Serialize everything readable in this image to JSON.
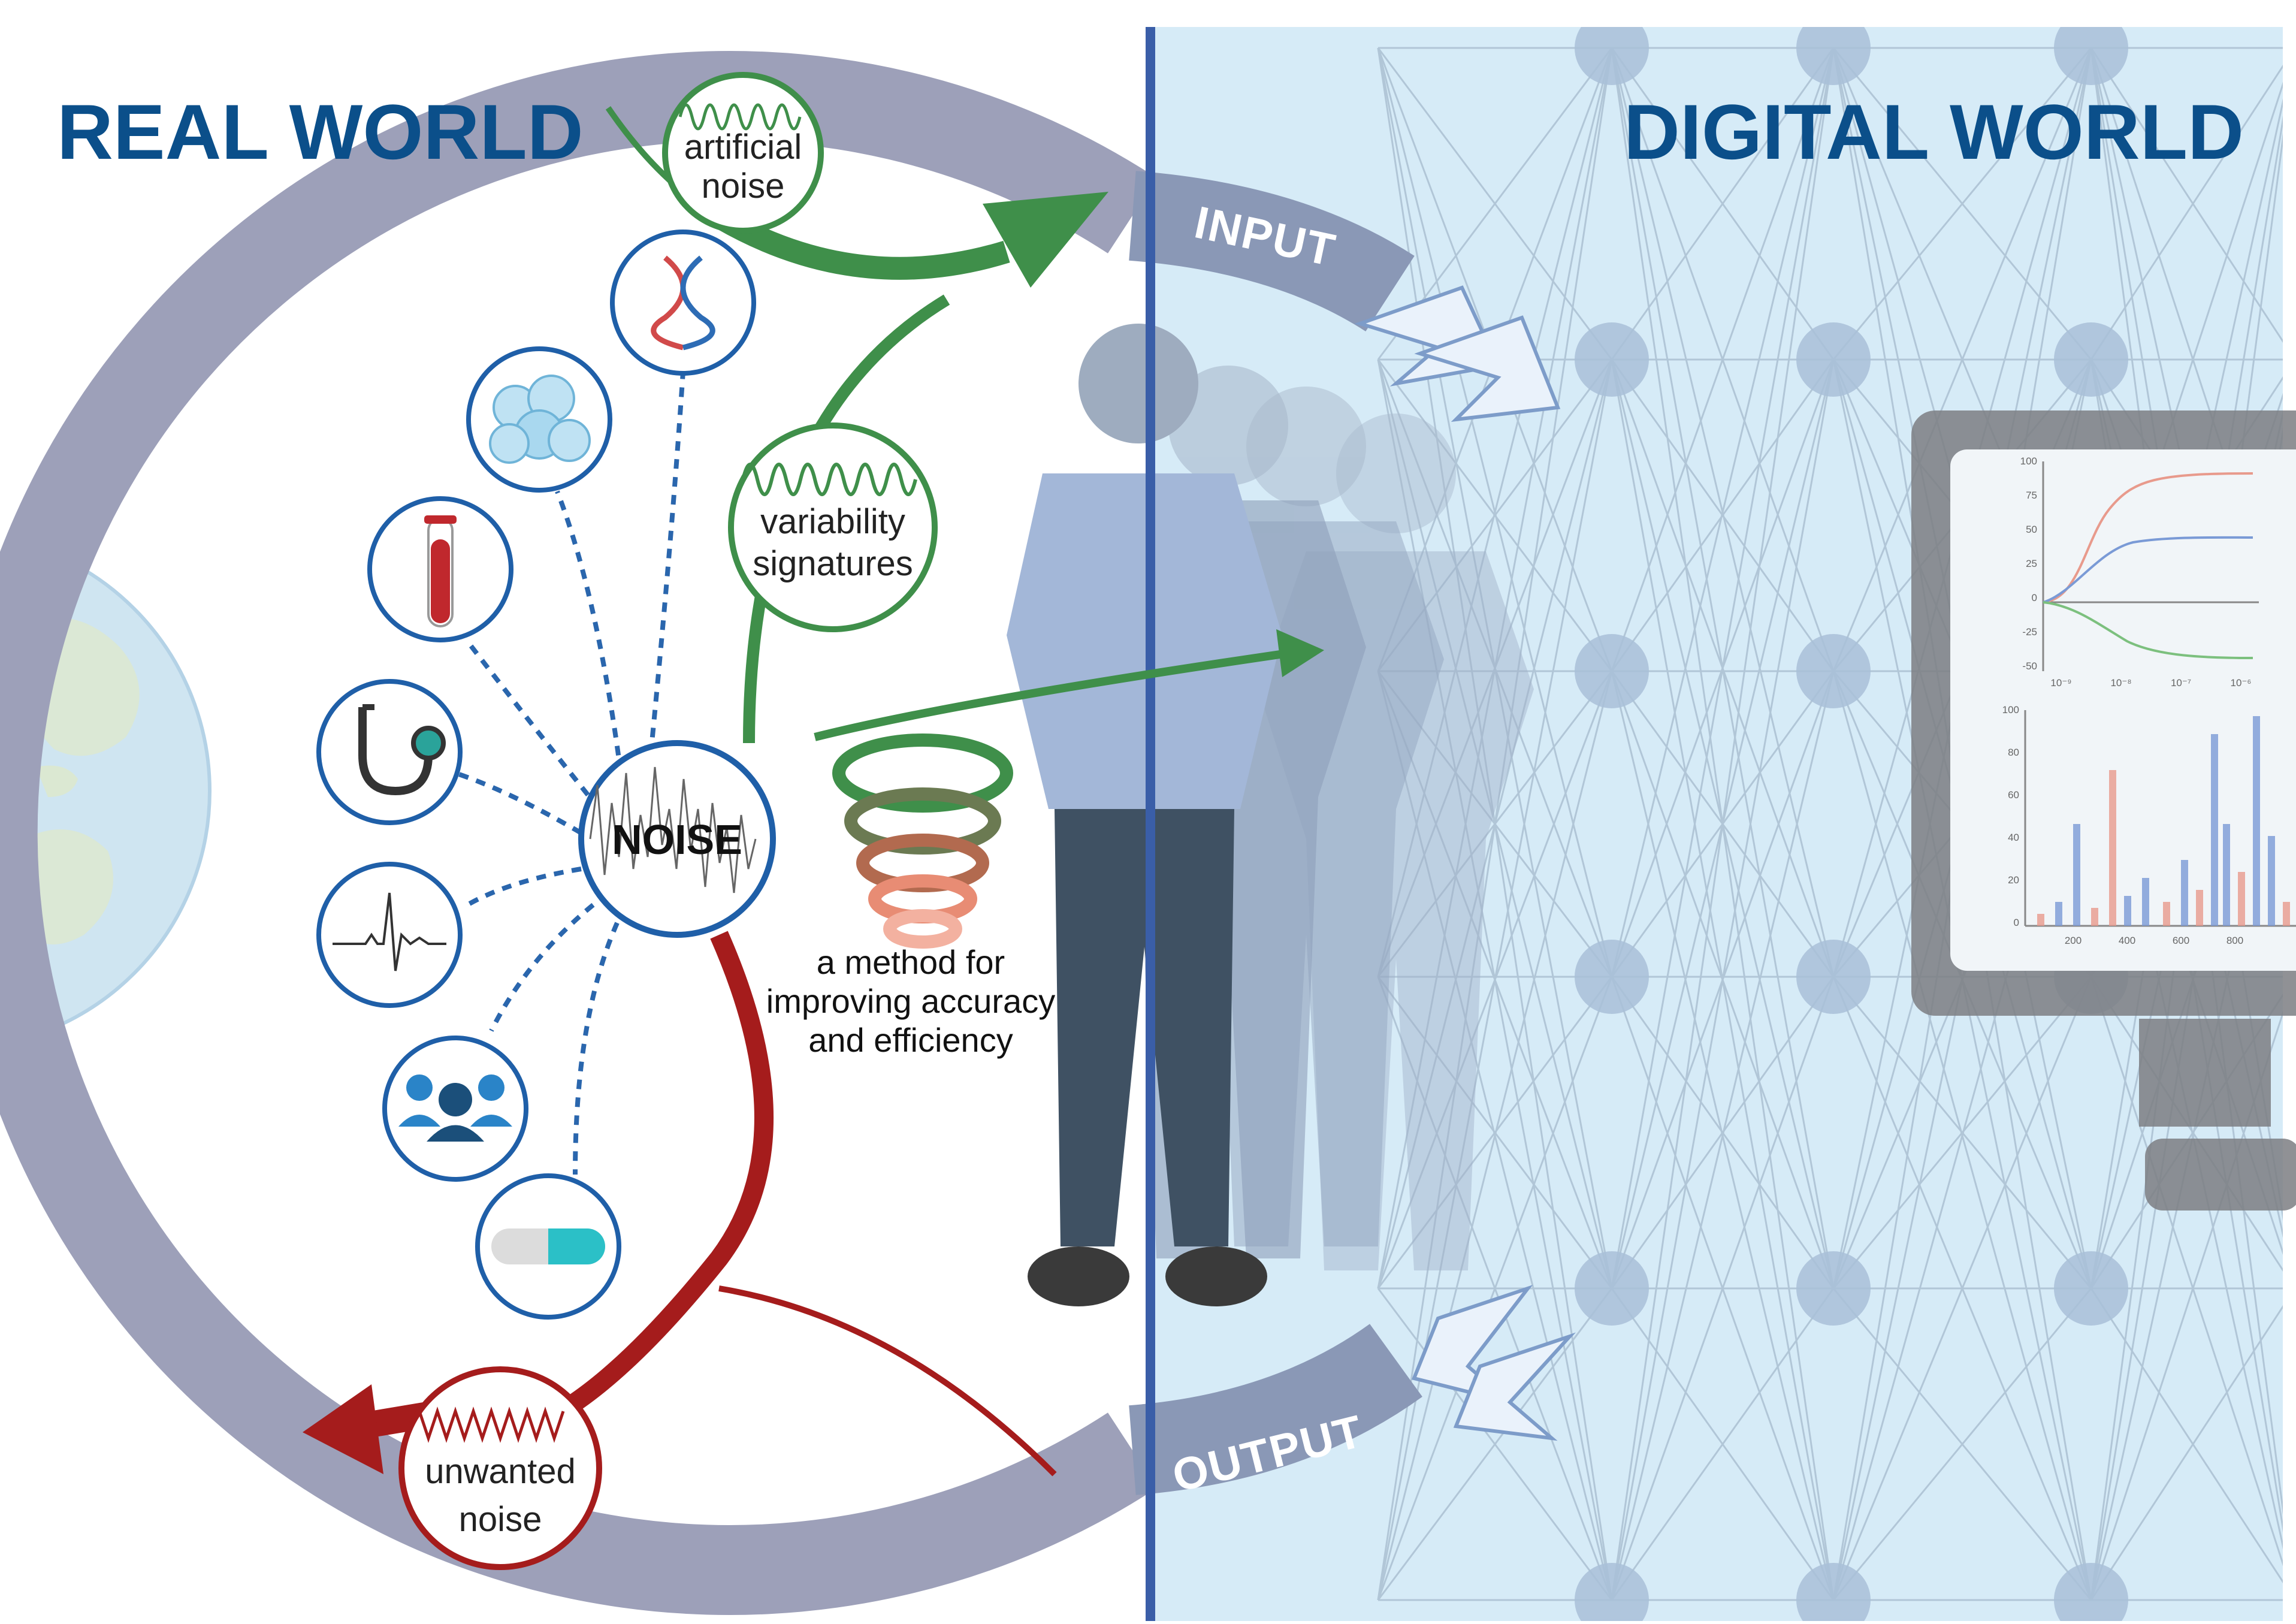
{
  "titles": {
    "real_world": "REAL WORLD",
    "digital_world": "DIGITAL WORLD"
  },
  "cycle": {
    "input_label": "INPUT",
    "output_label": "OUTPUT"
  },
  "center": {
    "noise_label": "NOISE"
  },
  "bubbles": {
    "artificial_noise": [
      "artificial",
      "noise"
    ],
    "variability_signatures": [
      "variability",
      "signatures"
    ],
    "unwanted_noise": [
      "unwanted",
      "noise"
    ]
  },
  "method_caption": [
    "a method for",
    "improving accuracy",
    "and efficiency"
  ],
  "data_sources": [
    {
      "icon": "dna-icon"
    },
    {
      "icon": "cells-icon"
    },
    {
      "icon": "blood-tube-icon"
    },
    {
      "icon": "stethoscope-icon"
    },
    {
      "icon": "ecg-icon"
    },
    {
      "icon": "population-icon"
    },
    {
      "icon": "capsule-icon"
    }
  ],
  "monitor_charts": {
    "line_y_ticks": [
      "100",
      "75",
      "50",
      "25",
      "0",
      "-25",
      "-50"
    ],
    "line_x_ticks": [
      "10⁻⁹",
      "10⁻⁸",
      "10⁻⁷",
      "10⁻⁶"
    ],
    "bar_y_ticks": [
      "100",
      "80",
      "60",
      "40",
      "20",
      "0"
    ],
    "bar_x_ticks": [
      "200",
      "400",
      "600",
      "800"
    ]
  },
  "colors": {
    "title_blue": "#0b4f8a",
    "green": "#3f8f4a",
    "red": "#a51c1c",
    "arc": "#9da0b9",
    "digital_bg": "#d6ebf7",
    "divider": "#3a5ea8"
  }
}
